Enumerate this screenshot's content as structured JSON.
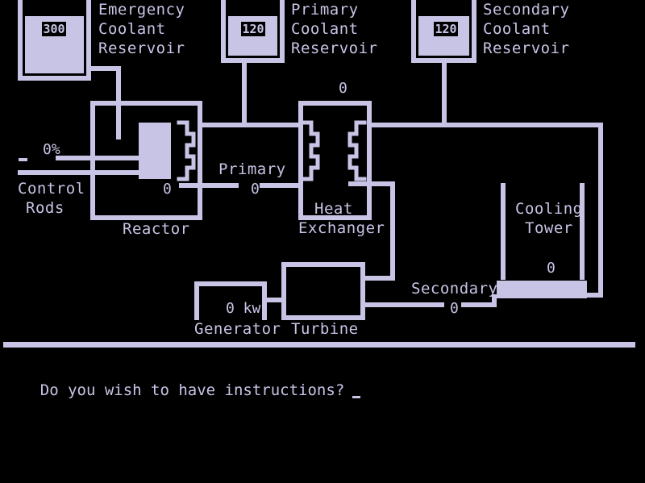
{
  "colors": {
    "background": "#000000",
    "foreground": "#c8c4e6"
  },
  "reservoirs": {
    "emergency": {
      "value": "300",
      "label": [
        "Emergency",
        "Coolant",
        "Reservoir"
      ]
    },
    "primary": {
      "value": "120",
      "label": [
        "Primary",
        "Coolant",
        "Reservoir"
      ]
    },
    "secondary": {
      "value": "120",
      "label": [
        "Secondary",
        "Coolant",
        "Reservoir"
      ]
    }
  },
  "control_rods": {
    "percent": "0%",
    "label": [
      "Control",
      "Rods"
    ]
  },
  "reactor": {
    "label": "Reactor",
    "value": "0"
  },
  "primary_loop": {
    "label": "Primary",
    "value": "0"
  },
  "heat_exchanger": {
    "value": "0",
    "label": [
      "Heat",
      "Exchanger"
    ]
  },
  "cooling_tower": {
    "label": [
      "Cooling",
      "Tower"
    ],
    "value": "0"
  },
  "secondary_loop": {
    "label": "Secondary",
    "value": "0"
  },
  "generator": {
    "output": "0 kw",
    "label": "Generator"
  },
  "turbine": {
    "label": "Turbine"
  },
  "console": {
    "prompt": "Do you wish to have instructions?"
  }
}
